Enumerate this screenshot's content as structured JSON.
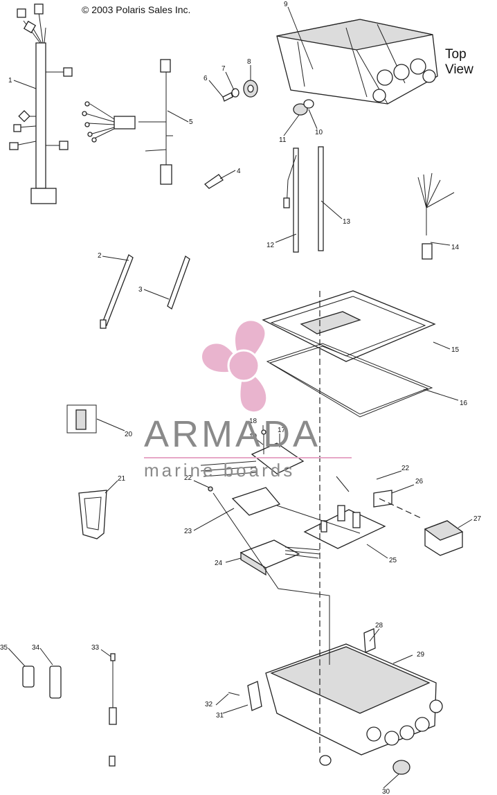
{
  "header": {
    "copyright": "© 2003 Polaris Sales Inc.",
    "view_label": "Top View"
  },
  "watermark": {
    "brand": "ARMADA",
    "tagline": "marine boards",
    "color": "#e6a7c6"
  },
  "callouts": [
    "1",
    "2",
    "3",
    "4",
    "5",
    "6",
    "7",
    "8",
    "9",
    "10",
    "11",
    "12",
    "13",
    "14",
    "15",
    "16",
    "17",
    "18",
    "19",
    "20",
    "21",
    "22",
    "22",
    "23",
    "24",
    "25",
    "26",
    "27",
    "28",
    "29",
    "30",
    "31",
    "32",
    "33",
    "34",
    "35"
  ]
}
